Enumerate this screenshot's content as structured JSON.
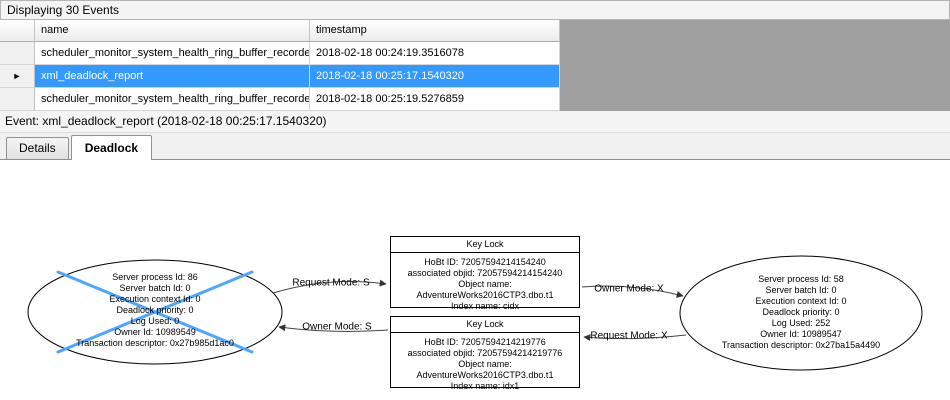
{
  "header": {
    "title": "Displaying 30 Events"
  },
  "table": {
    "columns": [
      "name",
      "timestamp"
    ],
    "current_row_marker": "►",
    "rows": [
      {
        "name": "scheduler_monitor_system_health_ring_buffer_recorded",
        "timestamp": "2018-02-18 00:24:19.3516078",
        "selected": false
      },
      {
        "name": "xml_deadlock_report",
        "timestamp": "2018-02-18 00:25:17.1540320",
        "selected": true
      },
      {
        "name": "scheduler_monitor_system_health_ring_buffer_recorded",
        "timestamp": "2018-02-18 00:25:19.5276859",
        "selected": false
      }
    ]
  },
  "event_bar": {
    "text": "Event: xml_deadlock_report (2018-02-18 00:25:17.1540320)"
  },
  "tabs": [
    {
      "label": "Details",
      "active": false
    },
    {
      "label": "Deadlock",
      "active": true
    }
  ],
  "colors": {
    "selection": "#3399ff",
    "victim_cross": "#4da6ff"
  },
  "deadlock_graph": {
    "processes": [
      {
        "side": "left",
        "victim": true,
        "lines": [
          "Server process Id: 86",
          "Server batch Id: 0",
          "Execution context Id: 0",
          "Deadlock priority: 0",
          "Log Used: 0",
          "Owner Id: 10989549",
          "Transaction descriptor: 0x27b985d1ac0"
        ]
      },
      {
        "side": "right",
        "victim": false,
        "lines": [
          "Server process Id: 58",
          "Server batch Id: 0",
          "Execution context Id: 0",
          "Deadlock priority: 0",
          "Log Used: 252",
          "Owner Id: 10989547",
          "Transaction descriptor: 0x27ba15a4490"
        ]
      }
    ],
    "resources": [
      {
        "title": "Key Lock",
        "lines": [
          "HoBt ID: 72057594214154240",
          "associated objid: 72057594214154240",
          "Object name: AdventureWorks2016CTP3.dbo.t1",
          "Index name: cidx"
        ]
      },
      {
        "title": "Key Lock",
        "lines": [
          "HoBt ID: 72057594214219776",
          "associated objid: 72057594214219776",
          "Object name: AdventureWorks2016CTP3.dbo.t1",
          "Index name: idx1"
        ]
      }
    ],
    "edges": [
      {
        "label": "Request Mode: S"
      },
      {
        "label": "Owner Mode: X"
      },
      {
        "label": "Owner Mode: S"
      },
      {
        "label": "Request Mode: X"
      }
    ]
  }
}
